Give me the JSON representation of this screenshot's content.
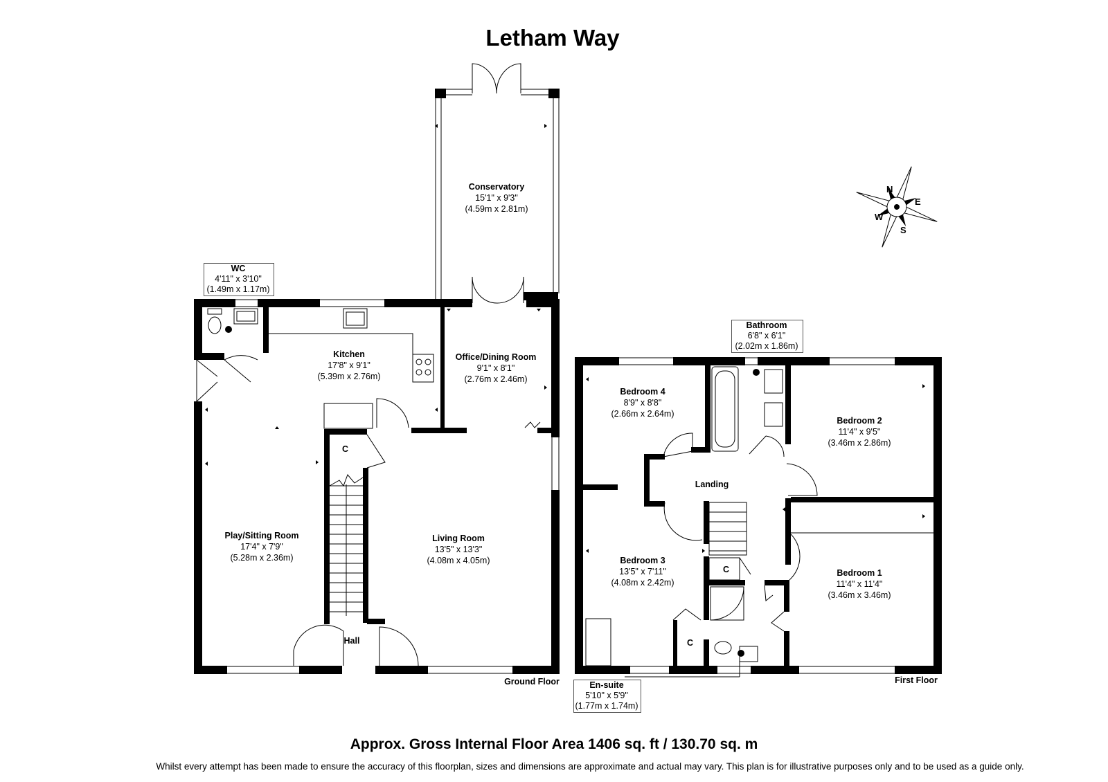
{
  "title": "Letham Way",
  "rooms": {
    "wc": {
      "name": "WC",
      "dim_imperial": "4'11\" x 3'10\"",
      "dim_metric": "(1.49m x 1.17m)"
    },
    "kitchen": {
      "name": "Kitchen",
      "dim_imperial": "17'8\" x 9'1\"",
      "dim_metric": "(5.39m x 2.76m)"
    },
    "conservatory": {
      "name": "Conservatory",
      "dim_imperial": "15'1\" x 9'3\"",
      "dim_metric": "(4.59m x 2.81m)"
    },
    "office": {
      "name": "Office/Dining Room",
      "dim_imperial": "9'1\" x 8'1\"",
      "dim_metric": "(2.76m x 2.46m)"
    },
    "play": {
      "name": "Play/Sitting Room",
      "dim_imperial": "17'4\" x 7'9\"",
      "dim_metric": "(5.28m x 2.36m)"
    },
    "living": {
      "name": "Living Room",
      "dim_imperial": "13'5\" x 13'3\"",
      "dim_metric": "(4.08m x 4.05m)"
    },
    "hall": {
      "name": "Hall"
    },
    "bathroom": {
      "name": "Bathroom",
      "dim_imperial": "6'8\" x 6'1\"",
      "dim_metric": "(2.02m x 1.86m)"
    },
    "bedroom4": {
      "name": "Bedroom 4",
      "dim_imperial": "8'9\" x 8'8\"",
      "dim_metric": "(2.66m x 2.64m)"
    },
    "bedroom2": {
      "name": "Bedroom 2",
      "dim_imperial": "11'4\" x 9'5\"",
      "dim_metric": "(3.46m x 2.86m)"
    },
    "landing": {
      "name": "Landing"
    },
    "bedroom3": {
      "name": "Bedroom 3",
      "dim_imperial": "13'5\" x 7'11\"",
      "dim_metric": "(4.08m x 2.42m)"
    },
    "bedroom1": {
      "name": "Bedroom 1",
      "dim_imperial": "11'4\" x 11'4\"",
      "dim_metric": "(3.46m x 3.46m)"
    },
    "ensuite": {
      "name": "En-suite",
      "dim_imperial": "5'10\" x 5'9\"",
      "dim_metric": "(1.77m x 1.74m)"
    }
  },
  "cupboard_label": "C",
  "floor_labels": {
    "ground": "Ground Floor",
    "first": "First Floor"
  },
  "compass": {
    "n": "N",
    "e": "E",
    "s": "S",
    "w": "W"
  },
  "area_text": "Approx. Gross Internal Floor Area 1406 sq. ft / 130.70 sq. m",
  "disclaimer": "Whilst every attempt has been made to ensure the accuracy of this floorplan, sizes and dimensions are approximate and actual may vary. This plan is for illustrative purposes only and to be used as a guide only."
}
